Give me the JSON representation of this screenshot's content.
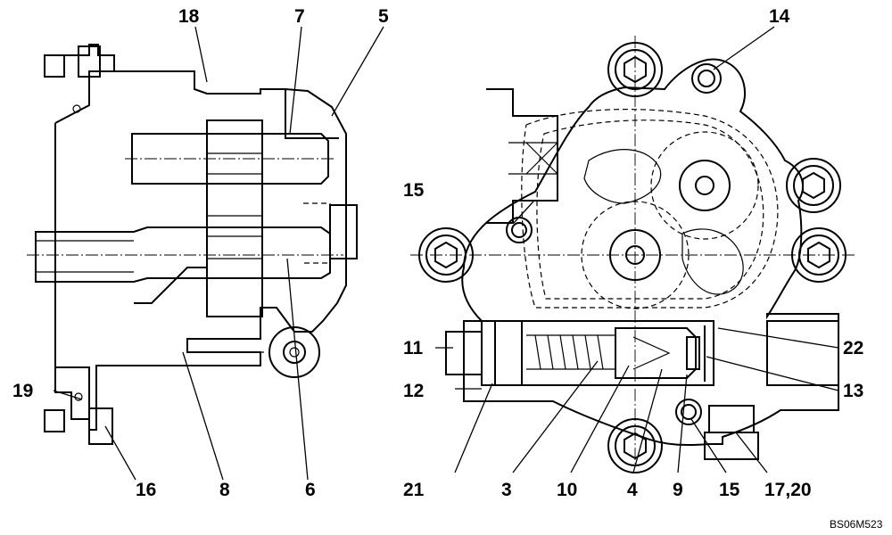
{
  "callouts": {
    "n18": "18",
    "n7": "7",
    "n5": "5",
    "n14": "14",
    "n15a": "15",
    "n11": "11",
    "n22": "22",
    "n12": "12",
    "n13": "13",
    "n19": "19",
    "n16": "16",
    "n8": "8",
    "n6": "6",
    "n21": "21",
    "n3": "3",
    "n10": "10",
    "n4": "4",
    "n9": "9",
    "n15b": "15",
    "n17_20": "17,20"
  },
  "drawing_code": "BS06M523"
}
